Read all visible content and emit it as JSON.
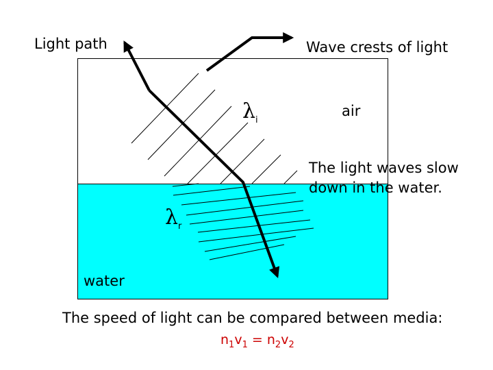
{
  "diagram": {
    "labels": {
      "light_path": "Light path",
      "wave_crests": "Wave crests of light",
      "air": "air",
      "water": "water",
      "slow_note_line1": "The light waves slow",
      "slow_note_line2": "down in the water.",
      "comparison": "The speed of light can be compared between media:"
    },
    "wavelength_incident": {
      "symbol": "λ",
      "subscript": "i"
    },
    "wavelength_refracted": {
      "symbol": "λ",
      "subscript": "r"
    },
    "equation": {
      "n1": "n",
      "n1_sub": "1",
      "v1": "v",
      "v1_sub": "1",
      "equals": " = ",
      "n2": "n",
      "n2_sub": "2",
      "v2": "v",
      "v2_sub": "2"
    },
    "colors": {
      "water": "#00ffff",
      "air": "#ffffff",
      "equation": "#cc0000",
      "lines": "#000000"
    }
  }
}
